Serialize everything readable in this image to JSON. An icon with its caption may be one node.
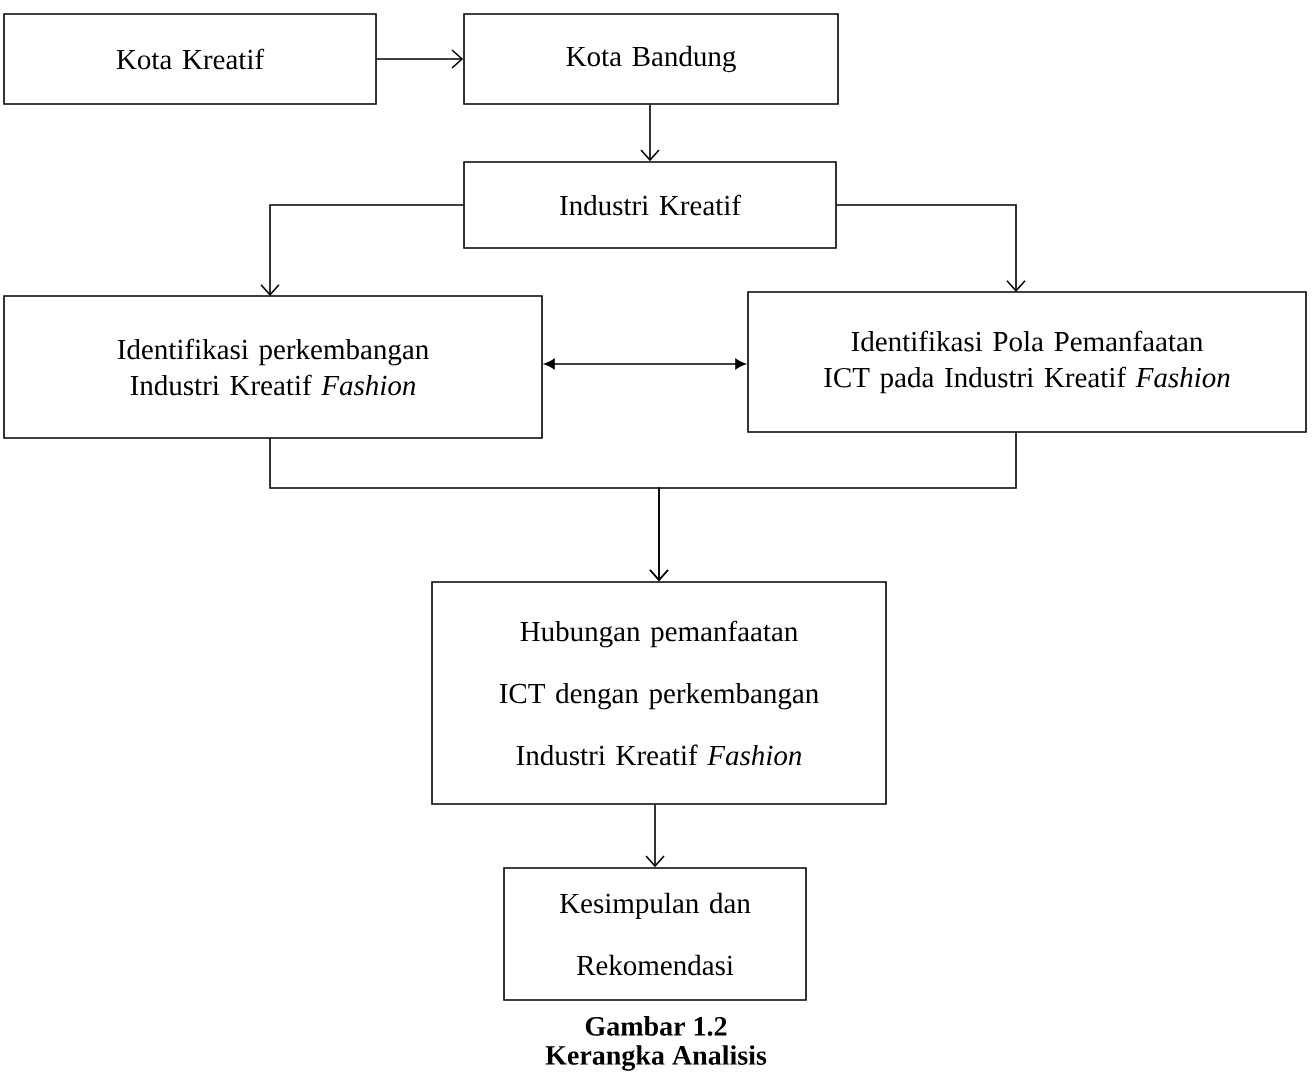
{
  "diagram": {
    "nodes": [
      {
        "text": [
          "Kota Kreatif"
        ]
      },
      {
        "text": [
          "Kota Bandung"
        ]
      },
      {
        "text": [
          "Industri Kreatif"
        ]
      },
      {
        "text": [
          "Identifikasi perkembangan Industri Kreatif *Fashion*"
        ]
      },
      {
        "text": [
          "Identifikasi Pola Pemanfaatan ICT pada Industri Kreatif *Fashion*"
        ]
      },
      {
        "text": [
          "Hubungan pemanfaatan ICT dengan perkembangan Industri Kreatif *Fashion*"
        ]
      },
      {
        "text": [
          "Kesimpulan dan Rekomendasi"
        ]
      }
    ],
    "edges": [
      {
        "from": 0,
        "to": 1,
        "arrow": "to"
      },
      {
        "from": 1,
        "to": 2,
        "arrow": "to"
      },
      {
        "from": 2,
        "to": 3,
        "arrow": "to"
      },
      {
        "from": 2,
        "to": 4,
        "arrow": "to"
      },
      {
        "from": 3,
        "to": 4,
        "arrow": "both"
      },
      {
        "from": 3,
        "to": 5,
        "arrow": "to"
      },
      {
        "from": 4,
        "to": 5,
        "arrow": "to"
      },
      {
        "from": 5,
        "to": 6,
        "arrow": "to"
      }
    ],
    "labels": [
      "Gambar 1.2",
      "Kerangka Analisis"
    ]
  }
}
